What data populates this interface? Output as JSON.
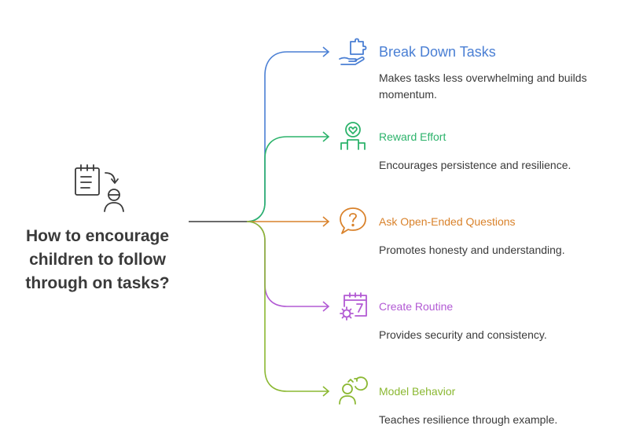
{
  "central": {
    "title": "How to encourage children to follow through on tasks?",
    "icon": "task-checklist-child-icon",
    "color": "#3a3a3a"
  },
  "items": [
    {
      "title": "Break Down Tasks",
      "description": "Makes tasks less overwhelming and builds momentum.",
      "color": "#4a7fd4",
      "icon": "hand-puzzle-icon"
    },
    {
      "title": "Reward Effort",
      "description": "Encourages persistence and resilience.",
      "color": "#2cb36b",
      "icon": "heart-podium-icon"
    },
    {
      "title": "Ask Open-Ended Questions",
      "description": "Promotes honesty and understanding.",
      "color": "#d9822b",
      "icon": "question-bubble-icon"
    },
    {
      "title": "Create Routine",
      "description": "Provides security and consistency.",
      "color": "#b25ad4",
      "icon": "calendar-gear-icon"
    },
    {
      "title": "Model Behavior",
      "description": "Teaches resilience through example.",
      "color": "#8bb832",
      "icon": "person-cycle-icon"
    }
  ]
}
